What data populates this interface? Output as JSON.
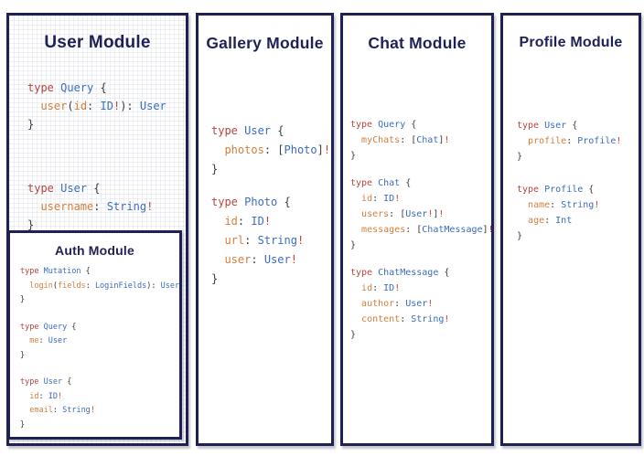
{
  "colors": {
    "navy": "#1e2156",
    "keyword": "#b8443f",
    "type_name": "#3a6cbf",
    "field_name": "#d07f3c",
    "punctuation": "#3c3c3c",
    "bang": "#c04038"
  },
  "panels": [
    {
      "title": "User Module",
      "blocks": [
        [
          [
            [
              "k",
              "type "
            ],
            [
              "t",
              "Query"
            ],
            [
              "p",
              " {"
            ]
          ],
          [
            [
              "p",
              "  "
            ],
            [
              "f",
              "user"
            ],
            [
              "p",
              "("
            ],
            [
              "f",
              "id"
            ],
            [
              "p",
              ": "
            ],
            [
              "t",
              "ID"
            ],
            [
              "b",
              "!"
            ],
            [
              "p",
              "): "
            ],
            [
              "t",
              "User"
            ]
          ],
          [
            [
              "p",
              "}"
            ]
          ]
        ],
        [
          [
            [
              "k",
              "type "
            ],
            [
              "t",
              "User"
            ],
            [
              "p",
              " {"
            ]
          ],
          [
            [
              "p",
              "  "
            ],
            [
              "f",
              "username"
            ],
            [
              "p",
              ": "
            ],
            [
              "t",
              "String"
            ],
            [
              "b",
              "!"
            ]
          ],
          [
            [
              "p",
              "}"
            ]
          ]
        ]
      ],
      "nested": {
        "title": "Auth Module",
        "blocks": [
          [
            [
              [
                "k",
                "type "
              ],
              [
                "t",
                "Mutation"
              ],
              [
                "p",
                " {"
              ]
            ],
            [
              [
                "p",
                "  "
              ],
              [
                "f",
                "login"
              ],
              [
                "p",
                "("
              ],
              [
                "f",
                "fields"
              ],
              [
                "p",
                ": "
              ],
              [
                "t",
                "LoginFields"
              ],
              [
                "p",
                "): "
              ],
              [
                "t",
                "User"
              ]
            ],
            [
              [
                "p",
                "}"
              ]
            ]
          ],
          [
            [
              [
                "k",
                "type "
              ],
              [
                "t",
                "Query"
              ],
              [
                "p",
                " {"
              ]
            ],
            [
              [
                "p",
                "  "
              ],
              [
                "f",
                "me"
              ],
              [
                "p",
                ": "
              ],
              [
                "t",
                "User"
              ]
            ],
            [
              [
                "p",
                "}"
              ]
            ]
          ],
          [
            [
              [
                "k",
                "type "
              ],
              [
                "t",
                "User"
              ],
              [
                "p",
                " {"
              ]
            ],
            [
              [
                "p",
                "  "
              ],
              [
                "f",
                "id"
              ],
              [
                "p",
                ": "
              ],
              [
                "t",
                "ID"
              ],
              [
                "b",
                "!"
              ]
            ],
            [
              [
                "p",
                "  "
              ],
              [
                "f",
                "email"
              ],
              [
                "p",
                ": "
              ],
              [
                "t",
                "String"
              ],
              [
                "b",
                "!"
              ]
            ],
            [
              [
                "p",
                "}"
              ]
            ]
          ]
        ]
      }
    },
    {
      "title": "Gallery Module",
      "blocks": [
        [
          [
            [
              "k",
              "type "
            ],
            [
              "t",
              "User"
            ],
            [
              "p",
              " {"
            ]
          ],
          [
            [
              "p",
              "  "
            ],
            [
              "f",
              "photos"
            ],
            [
              "p",
              ": ["
            ],
            [
              "t",
              "Photo"
            ],
            [
              "p",
              "]"
            ],
            [
              "b",
              "!"
            ]
          ],
          [
            [
              "p",
              "}"
            ]
          ]
        ],
        [
          [
            [
              "k",
              "type "
            ],
            [
              "t",
              "Photo"
            ],
            [
              "p",
              " {"
            ]
          ],
          [
            [
              "p",
              "  "
            ],
            [
              "f",
              "id"
            ],
            [
              "p",
              ": "
            ],
            [
              "t",
              "ID"
            ],
            [
              "b",
              "!"
            ]
          ],
          [
            [
              "p",
              "  "
            ],
            [
              "f",
              "url"
            ],
            [
              "p",
              ": "
            ],
            [
              "t",
              "String"
            ],
            [
              "b",
              "!"
            ]
          ],
          [
            [
              "p",
              "  "
            ],
            [
              "f",
              "user"
            ],
            [
              "p",
              ": "
            ],
            [
              "t",
              "User"
            ],
            [
              "b",
              "!"
            ]
          ],
          [
            [
              "p",
              "}"
            ]
          ]
        ]
      ]
    },
    {
      "title": "Chat Module",
      "blocks": [
        [
          [
            [
              "k",
              "type "
            ],
            [
              "t",
              "Query"
            ],
            [
              "p",
              " {"
            ]
          ],
          [
            [
              "p",
              "  "
            ],
            [
              "f",
              "myChats"
            ],
            [
              "p",
              ": ["
            ],
            [
              "t",
              "Chat"
            ],
            [
              "p",
              "]"
            ],
            [
              "b",
              "!"
            ]
          ],
          [
            [
              "p",
              "}"
            ]
          ]
        ],
        [
          [
            [
              "k",
              "type "
            ],
            [
              "t",
              "Chat"
            ],
            [
              "p",
              " {"
            ]
          ],
          [
            [
              "p",
              "  "
            ],
            [
              "f",
              "id"
            ],
            [
              "p",
              ": "
            ],
            [
              "t",
              "ID"
            ],
            [
              "b",
              "!"
            ]
          ],
          [
            [
              "p",
              "  "
            ],
            [
              "f",
              "users"
            ],
            [
              "p",
              ": ["
            ],
            [
              "t",
              "User"
            ],
            [
              "b",
              "!"
            ],
            [
              "p",
              "]"
            ],
            [
              "b",
              "!"
            ]
          ],
          [
            [
              "p",
              "  "
            ],
            [
              "f",
              "messages"
            ],
            [
              "p",
              ": ["
            ],
            [
              "t",
              "ChatMessage"
            ],
            [
              "p",
              "]"
            ],
            [
              "b",
              "!"
            ]
          ],
          [
            [
              "p",
              "}"
            ]
          ]
        ],
        [
          [
            [
              "k",
              "type "
            ],
            [
              "t",
              "ChatMessage"
            ],
            [
              "p",
              " {"
            ]
          ],
          [
            [
              "p",
              "  "
            ],
            [
              "f",
              "id"
            ],
            [
              "p",
              ": "
            ],
            [
              "t",
              "ID"
            ],
            [
              "b",
              "!"
            ]
          ],
          [
            [
              "p",
              "  "
            ],
            [
              "f",
              "author"
            ],
            [
              "p",
              ": "
            ],
            [
              "t",
              "User"
            ],
            [
              "b",
              "!"
            ]
          ],
          [
            [
              "p",
              "  "
            ],
            [
              "f",
              "content"
            ],
            [
              "p",
              ": "
            ],
            [
              "t",
              "String"
            ],
            [
              "b",
              "!"
            ]
          ],
          [
            [
              "p",
              "}"
            ]
          ]
        ]
      ]
    },
    {
      "title": "Profile Module",
      "blocks": [
        [
          [
            [
              "k",
              "type "
            ],
            [
              "t",
              "User"
            ],
            [
              "p",
              " {"
            ]
          ],
          [
            [
              "p",
              "  "
            ],
            [
              "f",
              "profile"
            ],
            [
              "p",
              ": "
            ],
            [
              "t",
              "Profile"
            ],
            [
              "b",
              "!"
            ]
          ],
          [
            [
              "p",
              "}"
            ]
          ]
        ],
        [
          [
            [
              "k",
              "type "
            ],
            [
              "t",
              "Profile"
            ],
            [
              "p",
              " {"
            ]
          ],
          [
            [
              "p",
              "  "
            ],
            [
              "f",
              "name"
            ],
            [
              "p",
              ": "
            ],
            [
              "t",
              "String"
            ],
            [
              "b",
              "!"
            ]
          ],
          [
            [
              "p",
              "  "
            ],
            [
              "f",
              "age"
            ],
            [
              "p",
              ": "
            ],
            [
              "t",
              "Int"
            ]
          ],
          [
            [
              "p",
              "}"
            ]
          ]
        ]
      ]
    }
  ]
}
